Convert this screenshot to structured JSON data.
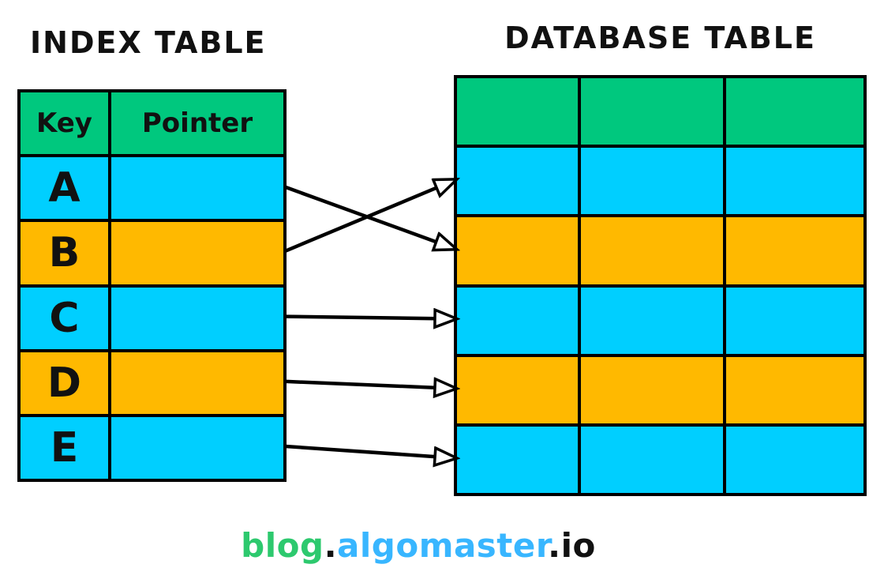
{
  "titles": {
    "index_table": "INDEX TABLE",
    "database_table": "DATABASE TABLE"
  },
  "colors": {
    "green": "#00C87E",
    "cyan": "#00CFFF",
    "orange": "#FFB900",
    "border": "#000000",
    "footer_green": "#2DC96E",
    "footer_blue": "#38B6FF",
    "footer_black": "#111111"
  },
  "index_table": {
    "headers": [
      "Key",
      "Pointer"
    ],
    "rows": [
      {
        "key": "A",
        "color": "cyan"
      },
      {
        "key": "B",
        "color": "orange"
      },
      {
        "key": "C",
        "color": "cyan"
      },
      {
        "key": "D",
        "color": "orange"
      },
      {
        "key": "E",
        "color": "cyan"
      }
    ]
  },
  "database_table": {
    "columns": 3,
    "row_colors": [
      "green",
      "cyan",
      "orange",
      "cyan",
      "orange",
      "cyan"
    ]
  },
  "arrows": [
    {
      "from_key": "A",
      "to_db_row": 2
    },
    {
      "from_key": "B",
      "to_db_row": 1
    },
    {
      "from_key": "C",
      "to_db_row": 3
    },
    {
      "from_key": "D",
      "to_db_row": 4
    },
    {
      "from_key": "E",
      "to_db_row": 5
    }
  ],
  "footer": {
    "blog": "blog",
    "dot1": ".",
    "algomaster": "algomaster",
    "dot2": ".",
    "io": "io"
  }
}
